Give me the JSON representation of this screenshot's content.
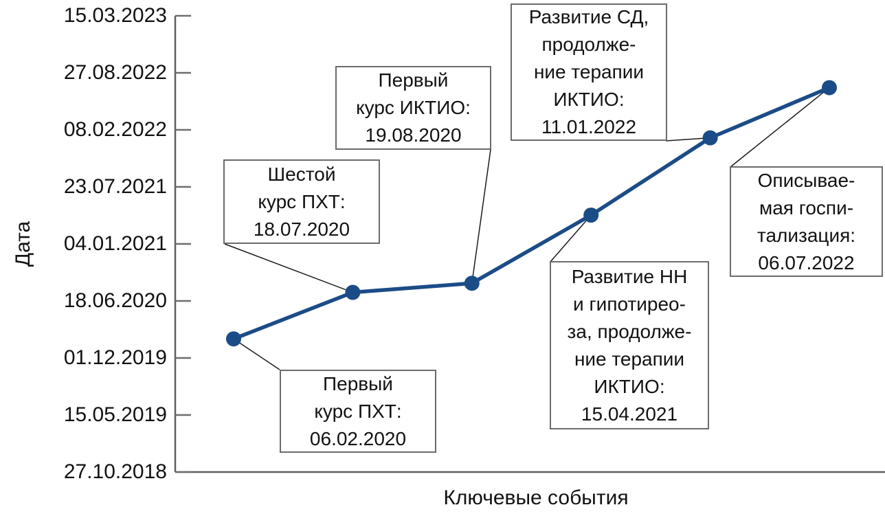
{
  "page": {
    "background_color": "#ffffff",
    "text_color": "#121212"
  },
  "chart": {
    "y_axis_title": "Дата",
    "x_axis_title": "Ключевые события"
  },
  "colors": {
    "series_line": "#1b4c87",
    "marker": "#1b4c87",
    "axis": "#5f5f5f",
    "tick": "#6e6e6e",
    "leader_line": "#1a1a1a",
    "callout_border": "#6b6b6b"
  },
  "chart_data": {
    "type": "line",
    "title": "",
    "xlabel": "Ключевые события",
    "ylabel": "Дата",
    "grid": false,
    "legend": false,
    "y_axis": {
      "kind": "date",
      "range": [
        "27.10.2018",
        "15.03.2023"
      ],
      "tick_interval_days": 200,
      "tick_labels_top_to_bottom": [
        "15.03.2023",
        "27.08.2022",
        "08.02.2022",
        "23.07.2021",
        "04.01.2021",
        "18.06.2020",
        "01.12.2019",
        "15.05.2019",
        "27.10.2018"
      ]
    },
    "x_axis": {
      "kind": "ordinal",
      "note": "events evenly spaced"
    },
    "events": [
      {
        "index": 1,
        "date": "06.02.2020",
        "label_text": "Первый курс ПХТ: 06.02.2020",
        "label_lines": [
          "Первый",
          "курс ПХТ:",
          "06.02.2020"
        ]
      },
      {
        "index": 2,
        "date": "18.07.2020",
        "label_text": "Шестой курс ПХТ: 18.07.2020",
        "label_lines": [
          "Шестой",
          "курс ПХТ:",
          "18.07.2020"
        ]
      },
      {
        "index": 3,
        "date": "19.08.2020",
        "label_text": "Первый курс ИКТИО: 19.08.2020",
        "label_lines": [
          "Первый",
          "курс ИКТИО:",
          "19.08.2020"
        ]
      },
      {
        "index": 4,
        "date": "15.04.2021",
        "label_text": "Развитие НН и гипотиреоза, продолжение терапии ИКТИО: 15.04.2021",
        "label_lines": [
          "Развитие НН",
          "и гипотирео-",
          "за, продолже-",
          "ние терапии",
          "ИКТИО:",
          "15.04.2021"
        ]
      },
      {
        "index": 5,
        "date": "11.01.2022",
        "label_text": "Развитие СД, продолжение терапии ИКТИО: 11.01.2022",
        "label_lines": [
          "Развитие СД,",
          "продолже-",
          "ние терапии",
          "ИКТИО:",
          "11.01.2022"
        ]
      },
      {
        "index": 6,
        "date": "06.07.2022",
        "label_text": "Описываемая госпитализация: 06.07.2022",
        "label_lines": [
          "Описывае-",
          "мая госпи-",
          "тализация:",
          "06.07.2022"
        ]
      }
    ]
  }
}
